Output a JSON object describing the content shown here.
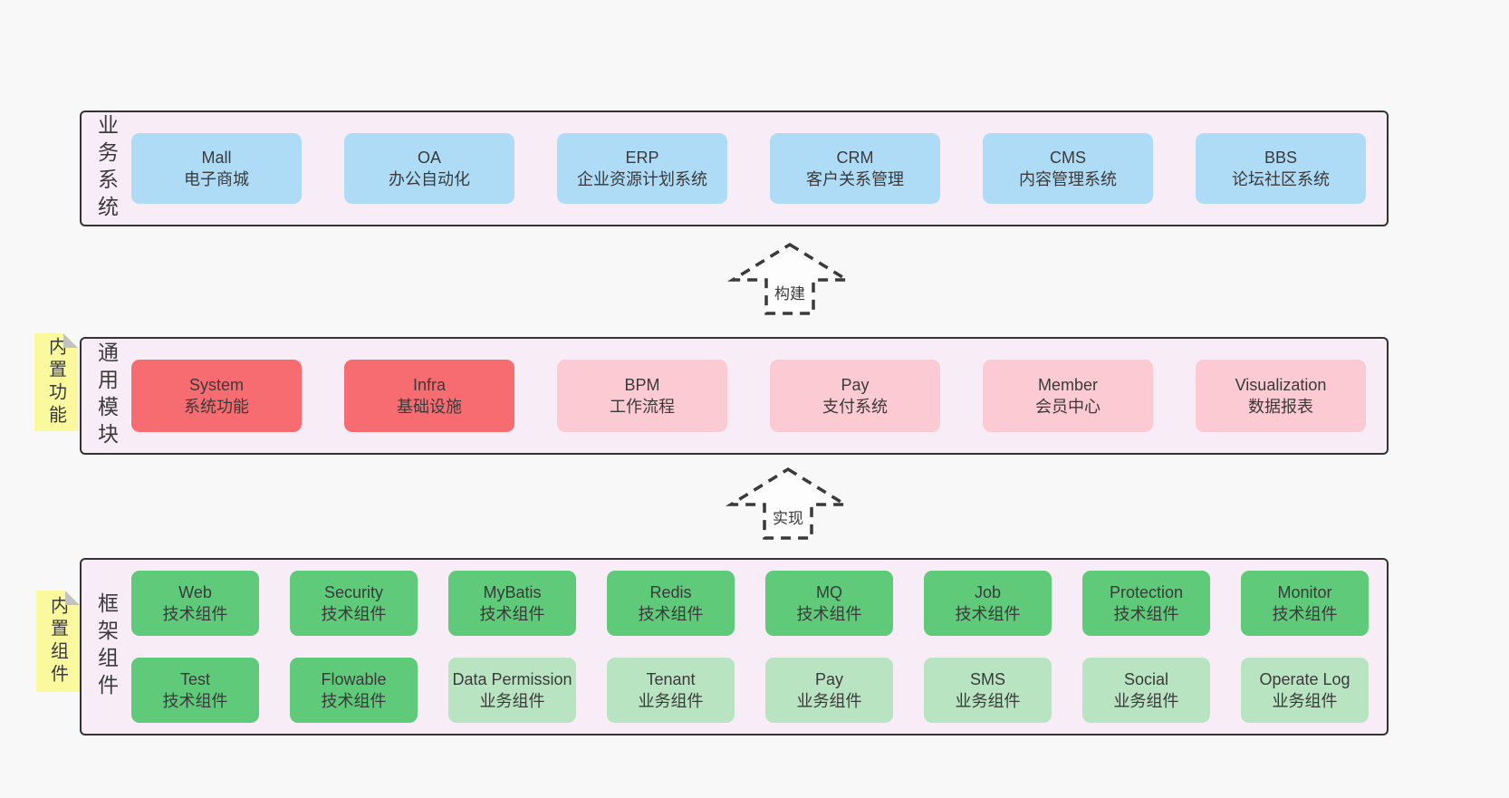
{
  "colors": {
    "page_bg": "#f8f8f8",
    "band_bg": "#f8edf6",
    "band_border": "#333333",
    "text": "#3a3a3a",
    "blue": "#aedcf6",
    "red": "#f76c70",
    "pink": "#fccad3",
    "green": "#5fca79",
    "green_light": "#b9e4c1",
    "note_yellow": "#fbf99e",
    "note_fold": "#c2c2c2",
    "arrow_fill": "#fdfdfd"
  },
  "layers": [
    {
      "side_label": "业务系统",
      "rows": [
        [
          {
            "title": "Mall",
            "subtitle": "电子商城",
            "color": "blue"
          },
          {
            "title": "OA",
            "subtitle": "办公自动化",
            "color": "blue"
          },
          {
            "title": "ERP",
            "subtitle": "企业资源计划系统",
            "color": "blue"
          },
          {
            "title": "CRM",
            "subtitle": "客户关系管理",
            "color": "blue"
          },
          {
            "title": "CMS",
            "subtitle": "内容管理系统",
            "color": "blue"
          },
          {
            "title": "BBS",
            "subtitle": "论坛社区系统",
            "color": "blue"
          }
        ]
      ]
    },
    {
      "side_label": "通用模块",
      "note": "内置功能",
      "rows": [
        [
          {
            "title": "System",
            "subtitle": "系统功能",
            "color": "red"
          },
          {
            "title": "Infra",
            "subtitle": "基础设施",
            "color": "red"
          },
          {
            "title": "BPM",
            "subtitle": "工作流程",
            "color": "pink"
          },
          {
            "title": "Pay",
            "subtitle": "支付系统",
            "color": "pink"
          },
          {
            "title": "Member",
            "subtitle": "会员中心",
            "color": "pink"
          },
          {
            "title": "Visualization",
            "subtitle": "数据报表",
            "color": "pink"
          }
        ]
      ]
    },
    {
      "side_label": "框架组件",
      "note": "内置组件",
      "rows": [
        [
          {
            "title": "Web",
            "subtitle": "技术组件",
            "color": "green"
          },
          {
            "title": "Security",
            "subtitle": "技术组件",
            "color": "green"
          },
          {
            "title": "MyBatis",
            "subtitle": "技术组件",
            "color": "green"
          },
          {
            "title": "Redis",
            "subtitle": "技术组件",
            "color": "green"
          },
          {
            "title": "MQ",
            "subtitle": "技术组件",
            "color": "green"
          },
          {
            "title": "Job",
            "subtitle": "技术组件",
            "color": "green"
          },
          {
            "title": "Protection",
            "subtitle": "技术组件",
            "color": "green"
          },
          {
            "title": "Monitor",
            "subtitle": "技术组件",
            "color": "green"
          }
        ],
        [
          {
            "title": "Test",
            "subtitle": "技术组件",
            "color": "green"
          },
          {
            "title": "Flowable",
            "subtitle": "技术组件",
            "color": "green"
          },
          {
            "title": "Data Permission",
            "subtitle": "业务组件",
            "color": "green_light"
          },
          {
            "title": "Tenant",
            "subtitle": "业务组件",
            "color": "green_light"
          },
          {
            "title": "Pay",
            "subtitle": "业务组件",
            "color": "green_light"
          },
          {
            "title": "SMS",
            "subtitle": "业务组件",
            "color": "green_light"
          },
          {
            "title": "Social",
            "subtitle": "业务组件",
            "color": "green_light"
          },
          {
            "title": "Operate Log",
            "subtitle": "业务组件",
            "color": "green_light"
          }
        ]
      ]
    }
  ],
  "arrows": [
    {
      "label": "构建"
    },
    {
      "label": "实现"
    }
  ]
}
